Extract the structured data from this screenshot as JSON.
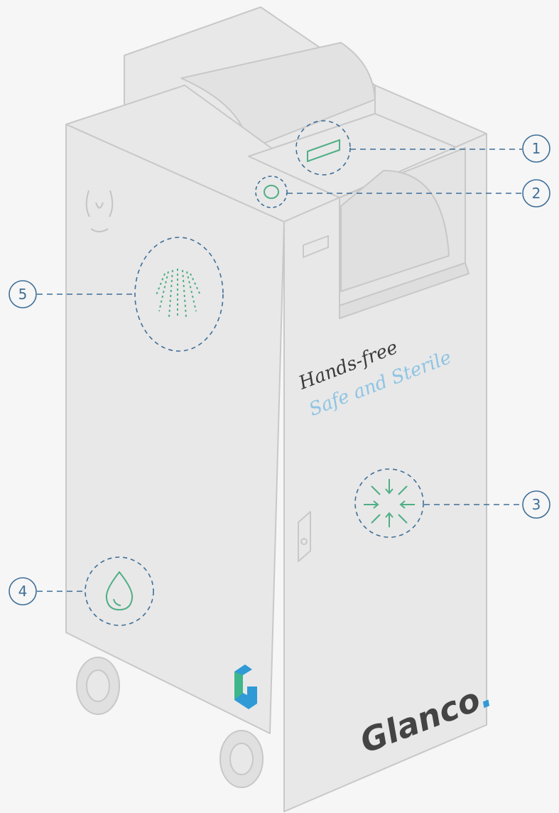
{
  "brand": {
    "tagline_line1": "Hands-free",
    "tagline_line2": "Safe and Sterile",
    "logo_text": "Glanco",
    "logo_dot": ".",
    "accent_color": "#2f9ad6",
    "green_color": "#4fae85"
  },
  "callouts": [
    {
      "number": "1",
      "icon": "display-panel-icon"
    },
    {
      "number": "2",
      "icon": "round-button-icon"
    },
    {
      "number": "3",
      "icon": "compression-arrows-icon"
    },
    {
      "number": "4",
      "icon": "water-drop-icon"
    },
    {
      "number": "5",
      "icon": "spray-nozzle-icon"
    }
  ]
}
